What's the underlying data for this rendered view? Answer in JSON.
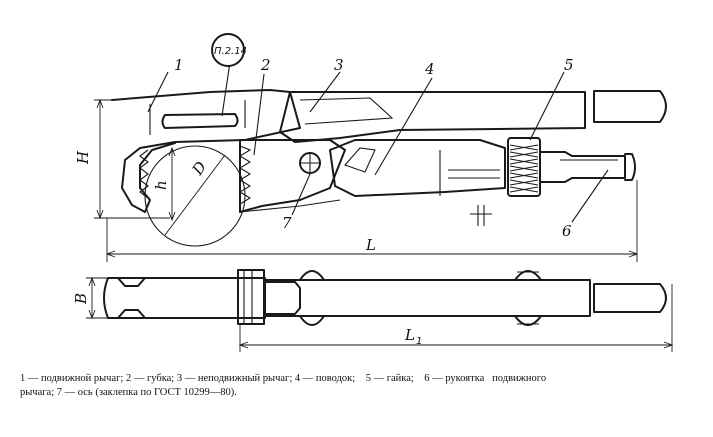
{
  "labels": {
    "n1": "1",
    "n2": "2",
    "n3": "3",
    "n4": "4",
    "n5": "5",
    "n6": "6",
    "n7": "7",
    "stamp": "П.2.14"
  },
  "dimensions": {
    "H": "H",
    "h": "h",
    "D": "D",
    "L": "L",
    "B": "B",
    "L1_main": "L",
    "L1_sub": "1"
  },
  "caption": {
    "line1": "1 — подвижной рычаг; 2 — губка; 3 — неподвижный рычаг; 4 — поводок;    5 — гайка;    6 — рукоятка   подвижного",
    "line2": "рычага; 7 — ось (заклепка по ГОСТ 10299—80)."
  }
}
